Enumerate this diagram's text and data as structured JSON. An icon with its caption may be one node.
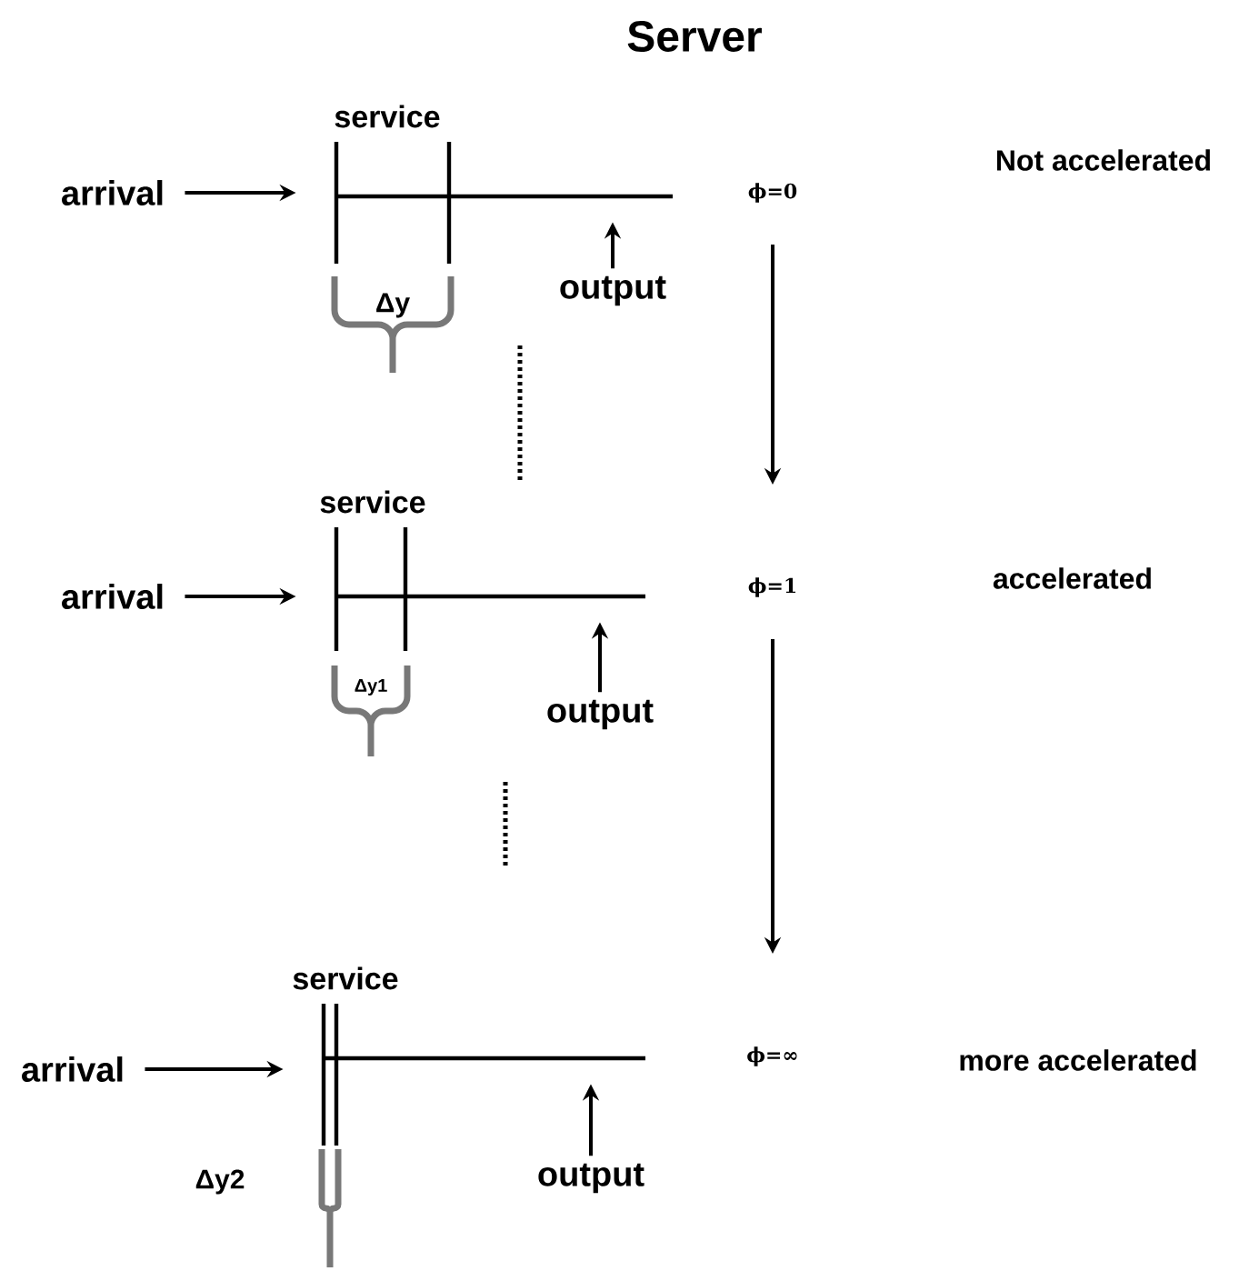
{
  "diagram": {
    "title": "Server",
    "nodes": [
      {
        "text": [
          "arrival"
        ]
      },
      {
        "text": [
          "service"
        ]
      },
      {
        "text": [
          "ϕ=0"
        ]
      },
      {
        "text": [
          "output"
        ]
      },
      {
        "text": [
          "arrival"
        ]
      },
      {
        "text": [
          "service"
        ]
      },
      {
        "text": [
          "ϕ=1"
        ]
      },
      {
        "text": [
          "output"
        ]
      },
      {
        "text": [
          "arrival"
        ]
      },
      {
        "text": [
          "service"
        ]
      },
      {
        "text": [
          "ϕ=∞"
        ]
      },
      {
        "text": [
          "output"
        ]
      }
    ],
    "edges": [
      {
        "from": 0,
        "to": 1,
        "arrow": "to"
      },
      {
        "from": 3,
        "to": 1,
        "arrow": "to"
      },
      {
        "from": 2,
        "to": 6,
        "arrow": "to"
      },
      {
        "from": 4,
        "to": 5,
        "arrow": "to"
      },
      {
        "from": 7,
        "to": 5,
        "arrow": "to"
      },
      {
        "from": 6,
        "to": 10,
        "arrow": "to"
      },
      {
        "from": 8,
        "to": 9,
        "arrow": "to"
      },
      {
        "from": 11,
        "to": 9,
        "arrow": "to"
      }
    ],
    "labels": [
      "Not accelerated",
      "Δy",
      "accelerated",
      "Δy1",
      "Δy2",
      "more accelerated"
    ]
  }
}
